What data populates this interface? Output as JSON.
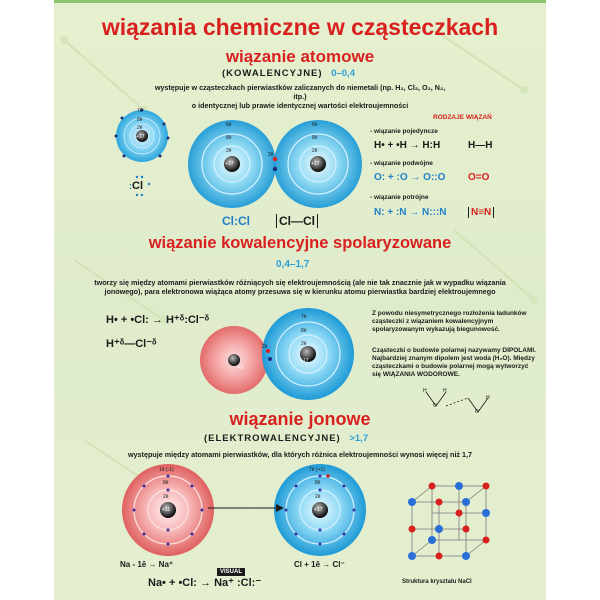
{
  "header": {
    "title": "wiązania chemiczne w cząsteczkach"
  },
  "section1": {
    "title": "wiązanie atomowe",
    "subtitle": "(KOWALENCYJNE)",
    "range": "0–0,4",
    "desc1": "występuje w cząsteczkach pierwiastków zaliczanych do niemetali (np. H₂, Cl₂, O₂, N₂, itp.)",
    "desc2": "o identycznej lub prawie identycznej wartości elektroujemności",
    "small_atom": {
      "shells": [
        "7ē",
        "8ē",
        "2ē"
      ],
      "nucleus": "+17"
    },
    "cl_symbol": "Cl",
    "atom_left": {
      "shells": [
        "6ē",
        "8ē",
        "2ē"
      ],
      "nucleus": "+17"
    },
    "atom_right": {
      "shells": [
        "6ē",
        "8ē",
        "2ē"
      ],
      "nucleus": "+17"
    },
    "shared": "2ē",
    "formula_dots": "Cl:Cl",
    "formula_line": "Cl—Cl"
  },
  "bond_types": {
    "heading": "RODZAJE WIĄZAŃ",
    "single_label": "- wiązanie pojedyncze",
    "single_formula": "H• + •H → H:H",
    "single_line": "H—H",
    "double_label": "- wiązanie podwójne",
    "double_formula": "O: + :O → O::O",
    "double_line": "O=O",
    "triple_label": "- wiązanie potrójne",
    "triple_formula": "N: + :N → N:::N",
    "triple_line": "N≡N"
  },
  "section2": {
    "title": "wiązanie kowalencyjne spolaryzowane",
    "range": "0,4–1,7",
    "desc1": "tworzy się między atomami pierwiastków różniących się elektroujemnością (ale nie tak znacznie jak  w wypadku wiązania",
    "desc2": "jonowego), para elektronowa wiążąca atomy przesuwa się w kierunku atomu pierwiastka  bardziej elektroujemnego",
    "formula1": "H• + •Cl: → H⁺ᵟ:Cl⁻ᵟ",
    "formula2": "H⁺ᵟ—Cl⁻ᵟ",
    "atom_h": {
      "nucleus": "+1"
    },
    "atom_cl": {
      "shells": [
        "7ē",
        "8ē",
        "2ē"
      ],
      "nucleus": "+17"
    },
    "shared": "2ē",
    "note1": "Z powodu niesymetrycznego rozłożenia ładunków cząsteczki z wiązaniem kowalencyjnym spolaryzowanym wykazują biegunowość.",
    "note2": "Cząsteczki o budowie polarnej nazywamy DIPOLAMI. Najbardziej znanym dipolem jest woda (H₂O). Między cząsteczkami o budowie polarnej mogą wytworzyć się WIĄZANIA WODOROWE.",
    "water_o": "O",
    "water_h": "H"
  },
  "section3": {
    "title": "wiązanie jonowe",
    "subtitle": "(ELEKTROWALENCYJNE)",
    "range": ">1,7",
    "desc": "występuje między atomami pierwiastków, dla których różnica elektroujemności wynosi więcej niż 1,7",
    "na_atom": {
      "shells": [
        "1ē (-1)",
        "8ē",
        "2ē"
      ],
      "nucleus": "+11"
    },
    "cl_atom": {
      "shells": [
        "7ē (+1)",
        "8ē",
        "2ē"
      ],
      "nucleus": "+17"
    },
    "na_eq": "Na - 1ē → Na⁺",
    "cl_eq": "Cl + 1ē → Cl⁻",
    "final_formula": "Na• + •Cl: → Na⁺ :Cl:⁻",
    "crystal_caption": "Struktura kryształu NaCl"
  },
  "footer": {
    "logo": "VISUAL"
  }
}
